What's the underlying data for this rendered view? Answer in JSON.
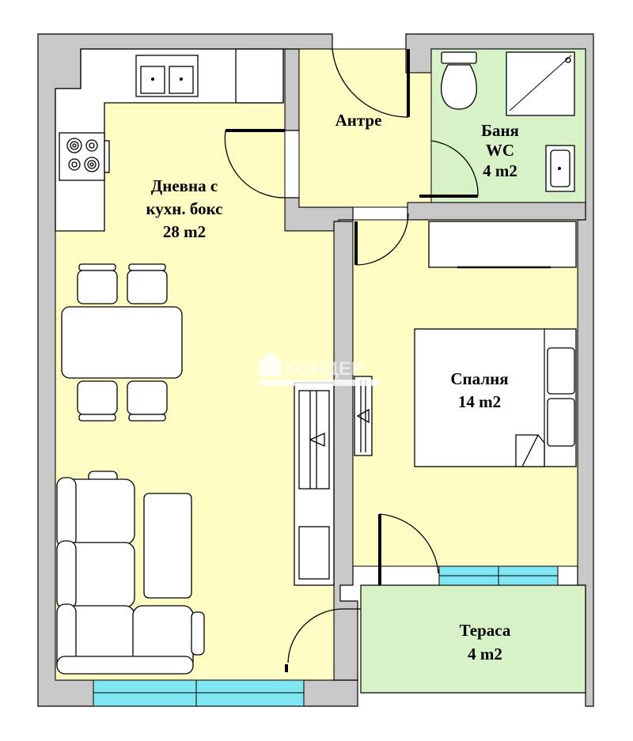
{
  "rooms": {
    "living": {
      "line1": "Дневна с",
      "line2": "кухн. бокс",
      "area": "28 m2"
    },
    "hall": {
      "name": "Антре"
    },
    "bath": {
      "line1": "Баня",
      "line2": "WC",
      "area": "4 m2"
    },
    "bedroom": {
      "name": "Спалня",
      "area": "14 m2"
    },
    "terrace": {
      "name": "Тераса",
      "area": "4 m2"
    }
  },
  "watermark": {
    "brand": "КОНДЕР"
  },
  "colors": {
    "wall": "#c8c8c8",
    "living_floor": "#fffcc4",
    "bath_floor": "#d8f2c8",
    "terrace_floor": "#d8f2c8",
    "window_glass": "#7fe6f2",
    "fixture": "#ffffff",
    "line": "#000000"
  }
}
